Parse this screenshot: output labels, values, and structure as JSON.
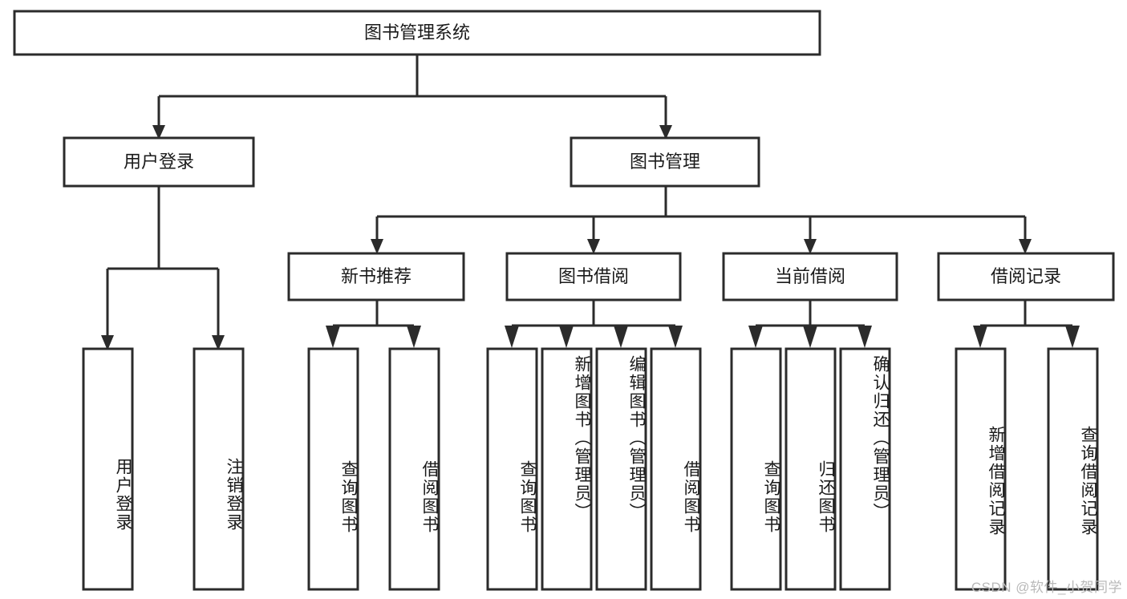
{
  "diagram": {
    "title": "图书管理系统",
    "type": "tree-hierarchy-diagram",
    "watermark": "CSDN @软件_小贺同学",
    "colors": {
      "background": "#ffffff",
      "box_fill": "#ffffff",
      "box_stroke": "#2b2b2b",
      "text": "#1a1a1a",
      "watermark": "#b9b9b9"
    },
    "root": {
      "label": "图书管理系统"
    },
    "level2": [
      {
        "label": "用户登录"
      },
      {
        "label": "图书管理"
      }
    ],
    "level3": [
      {
        "label": "新书推荐"
      },
      {
        "label": "图书借阅"
      },
      {
        "label": "当前借阅"
      },
      {
        "label": "借阅记录"
      }
    ],
    "leaves": {
      "user_login": [
        {
          "label": "用户登录"
        },
        {
          "label": "注销登录"
        }
      ],
      "new_book": [
        {
          "label": "查询图书"
        },
        {
          "label": "借阅图书"
        }
      ],
      "book_borrow": [
        {
          "label": "查询图书"
        },
        {
          "label": "新增图书（管理员）"
        },
        {
          "label": "编辑图书（管理员）"
        },
        {
          "label": "借阅图书"
        }
      ],
      "current_borrow": [
        {
          "label": "查询图书"
        },
        {
          "label": "归还图书"
        },
        {
          "label": "确认归还（管理员）"
        }
      ],
      "borrow_record": [
        {
          "label": "新增借阅记录"
        },
        {
          "label": "查询借阅记录"
        }
      ]
    }
  }
}
